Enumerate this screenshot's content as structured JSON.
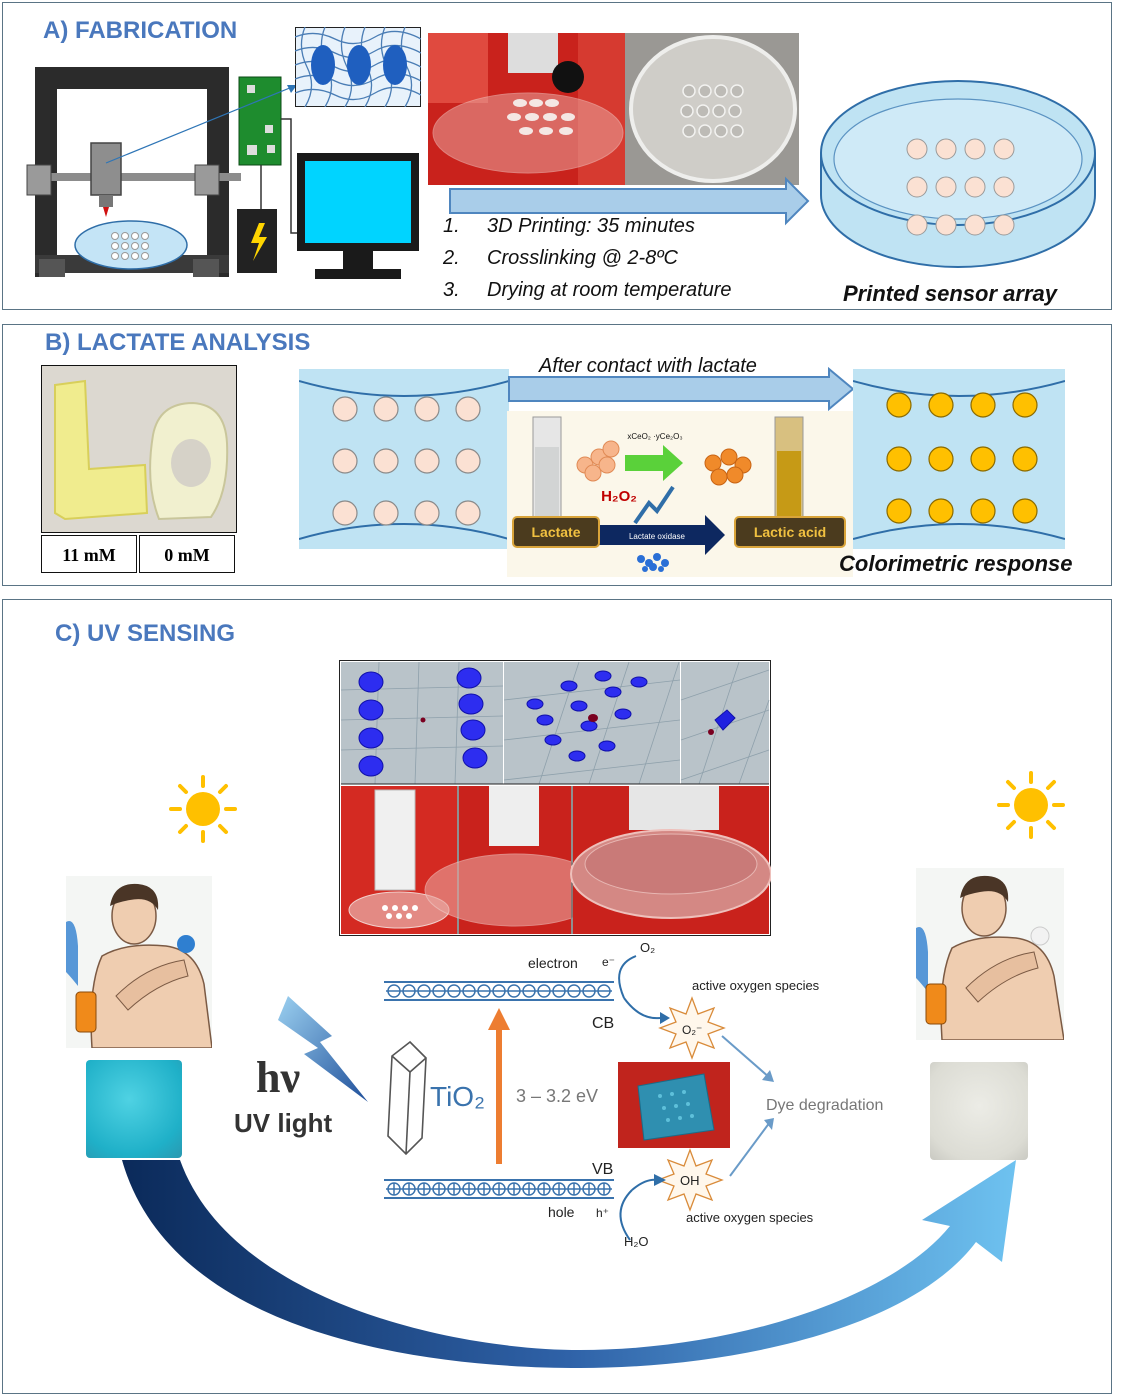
{
  "panels": {
    "a": {
      "title": "A) FABRICATION",
      "steps": [
        {
          "num": "1.",
          "text": "3D Printing:  35 minutes"
        },
        {
          "num": "2.",
          "text": "Crosslinking @ 2-8ºC"
        },
        {
          "num": "3.",
          "text": "Drying at room temperature"
        }
      ],
      "result_label": "Printed sensor array"
    },
    "b": {
      "title": "B) LACTATE ANALYSIS",
      "conc_left": "11 mM",
      "conc_right": "0 mM",
      "arrow_label": "After contact with lactate",
      "formula_label": "xCeO₂ ·yCe₂O₃",
      "h2o2_label": "H₂O₂",
      "lactate_label": "Lactate",
      "enzyme_label": "Lactate oxidase",
      "product_label": "Lactic acid",
      "response_label": "Colorimetric response"
    },
    "c": {
      "title": "C) UV SENSING",
      "hv_label": "hν",
      "uv_label": "UV light",
      "material_label": "TiO₂",
      "gap_label": "3 – 3.2 eV",
      "electron_label": "electron",
      "e_label": "e⁻",
      "cb_label": "CB",
      "vb_label": "VB",
      "hole_label": "hole",
      "h_label": "h⁺",
      "o2_label": "O₂",
      "superoxide_label": "O₂⁻",
      "oh_label": "OH",
      "h2o_label": "H₂O",
      "aos_top": "active oxygen species",
      "aos_bottom": "active oxygen species",
      "dye_label": "Dye degradation"
    }
  },
  "colors": {
    "title_blue": "#4a78bd",
    "panel_border": "#5a7485",
    "arrow_fill": "#9dc3e6",
    "dish_fill": "#bfe3f3",
    "dot_pale": "#fbe1d3",
    "dot_yellow": "#ffc000",
    "band_blue": "#3a73ad",
    "gap_orange": "#ed7d31",
    "dark_navy": "#0b2a5a"
  }
}
